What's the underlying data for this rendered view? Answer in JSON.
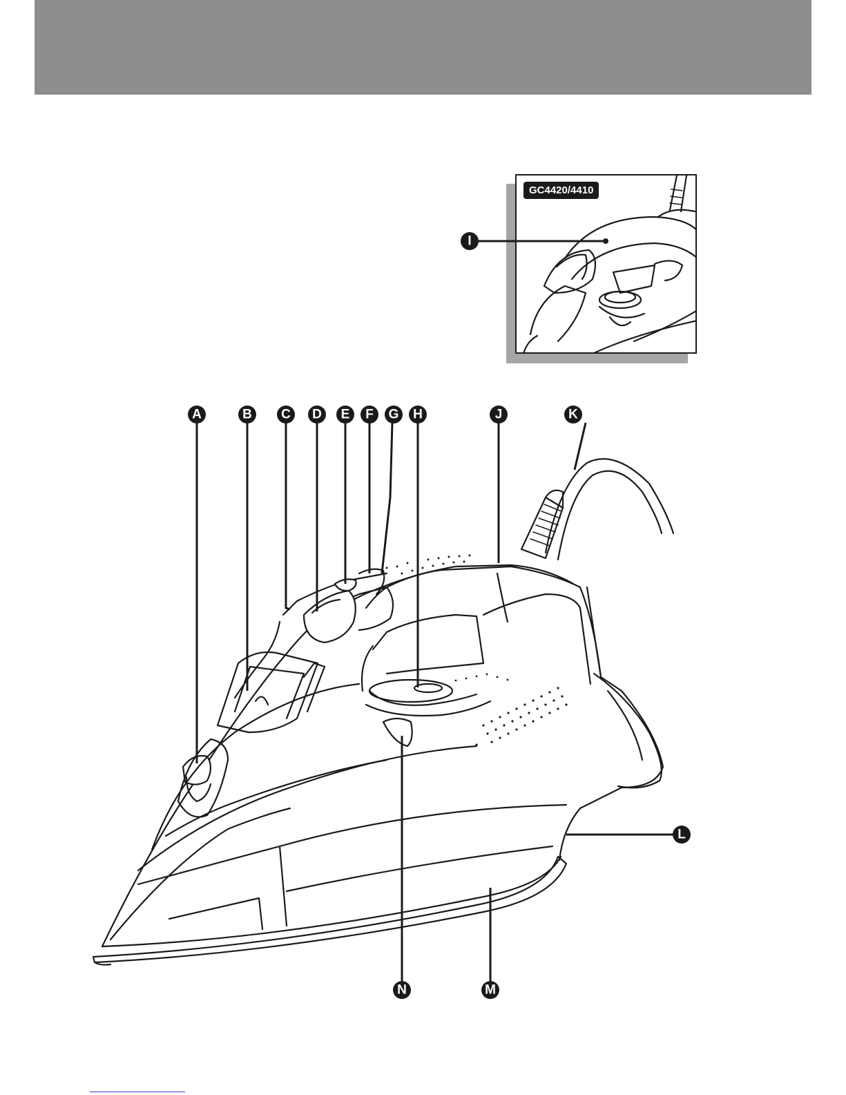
{
  "header": {
    "band_color": "#8e8d8d"
  },
  "inset": {
    "model_label": "GC4420/4410",
    "callout": "I"
  },
  "diagram": {
    "subject": "steam-iron",
    "callouts": [
      {
        "letter": "A"
      },
      {
        "letter": "B"
      },
      {
        "letter": "C"
      },
      {
        "letter": "D"
      },
      {
        "letter": "E"
      },
      {
        "letter": "F"
      },
      {
        "letter": "G"
      },
      {
        "letter": "H"
      },
      {
        "letter": "J"
      },
      {
        "letter": "K"
      },
      {
        "letter": "L"
      },
      {
        "letter": "M"
      },
      {
        "letter": "N"
      }
    ]
  }
}
